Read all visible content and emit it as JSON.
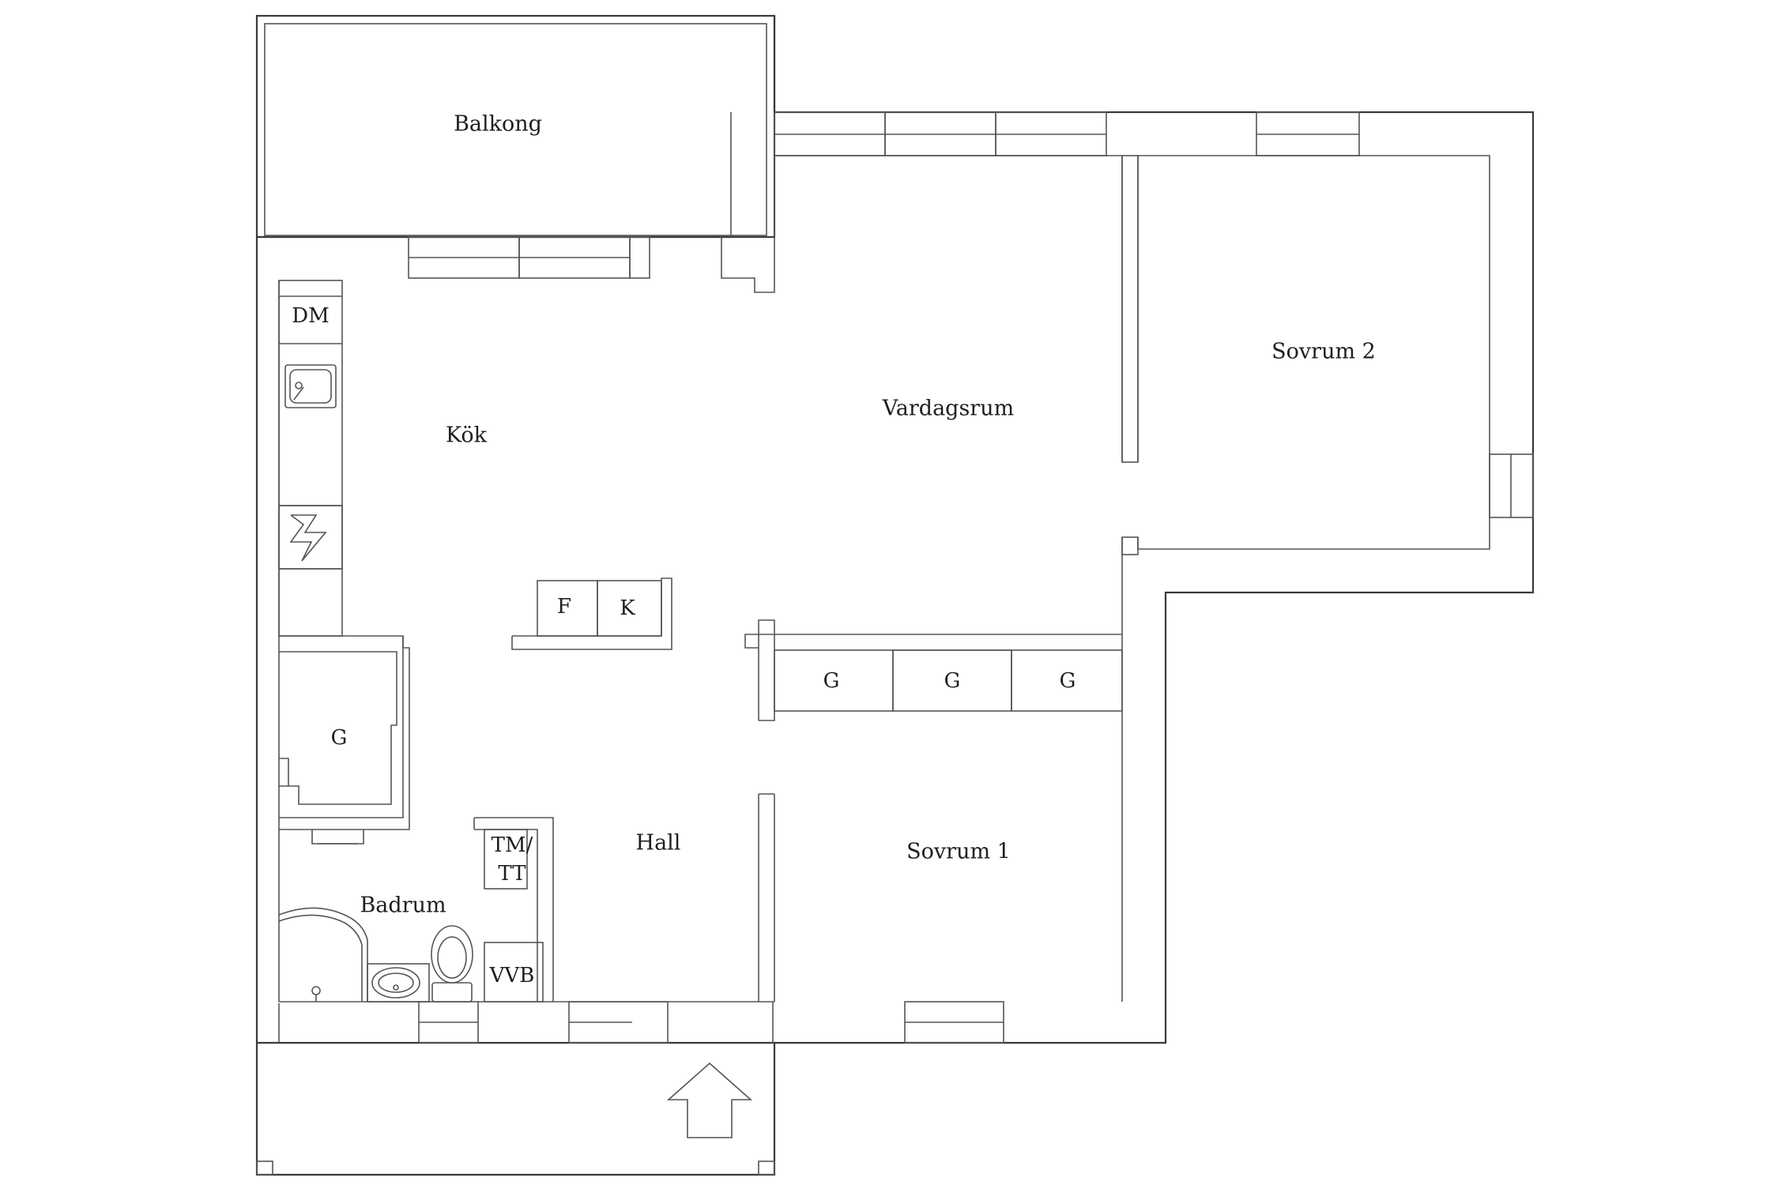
{
  "rooms": {
    "balkong": "Balkong",
    "kok": "Kök",
    "vardagsrum": "Vardagsrum",
    "sovrum2": "Sovrum 2",
    "sovrum1": "Sovrum 1",
    "hall": "Hall",
    "badrum": "Badrum"
  },
  "fixtures": {
    "dm": "DM",
    "f": "F",
    "k": "K",
    "g_kitchen": "G",
    "g_1": "G",
    "g_2": "G",
    "g_3": "G",
    "tm_line1": "TM/",
    "tm_line2": "TT",
    "vvb": "VVB"
  },
  "icons": [
    "sink-icon",
    "stove-icon",
    "washbasin-icon",
    "toilet-icon",
    "shower-icon",
    "entrance-arrow-icon"
  ]
}
